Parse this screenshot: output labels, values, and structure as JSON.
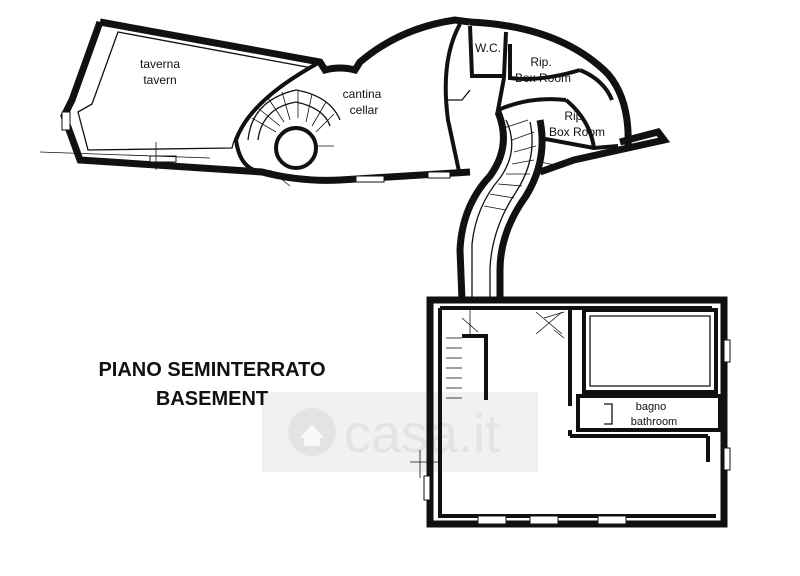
{
  "plan_title": {
    "line1": "PIANO SEMINTERRATO",
    "line2": "BASEMENT"
  },
  "rooms": {
    "taverna": {
      "it": "taverna",
      "en": "tavern"
    },
    "cantina": {
      "it": "cantina",
      "en": "cellar"
    },
    "wc": {
      "it": "W.C."
    },
    "rip1": {
      "it": "Rip.",
      "en": "Box Room"
    },
    "rip2": {
      "it": "Rip.",
      "en": "Box Room"
    },
    "bagno": {
      "it": "bagno",
      "en": "bathroom"
    }
  },
  "watermark": {
    "text": "casa.it",
    "logo": "casa-house-icon"
  },
  "colors": {
    "wall": "#111111",
    "background": "#ffffff",
    "watermark": "#e3e3e3"
  }
}
